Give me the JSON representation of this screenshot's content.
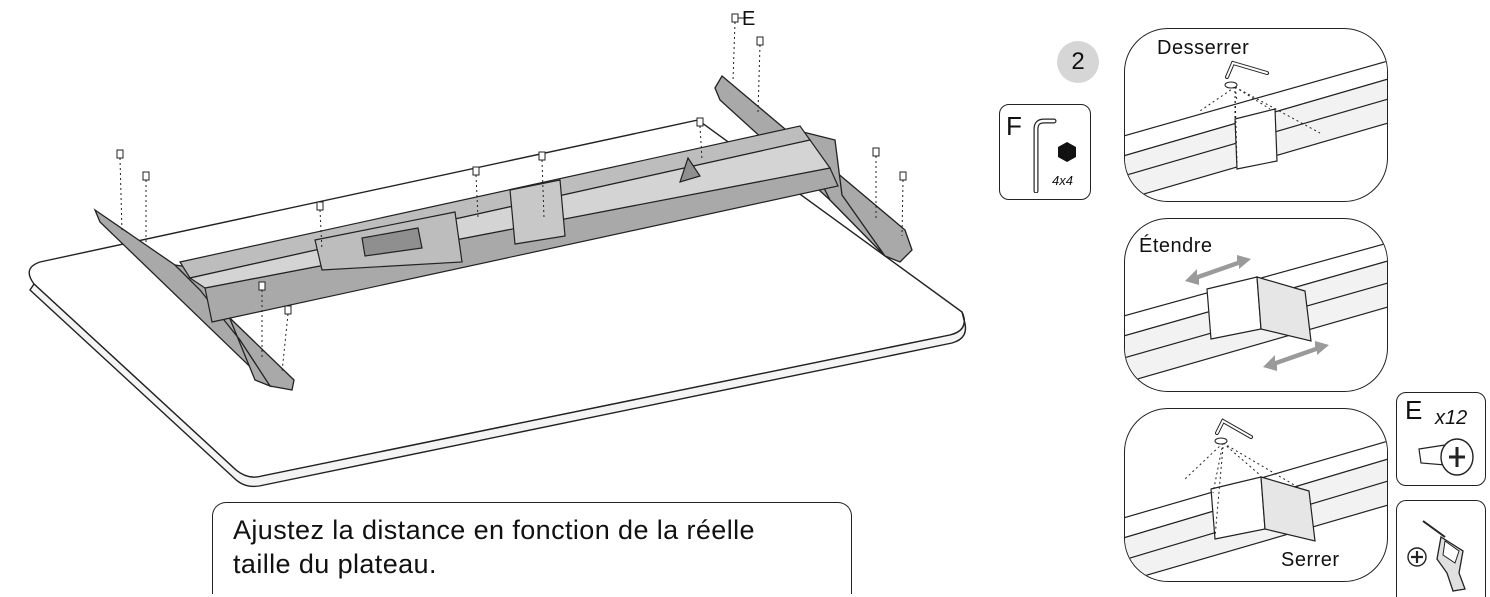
{
  "step": {
    "number": "2"
  },
  "callout": {
    "screw_label": "E"
  },
  "panels": [
    {
      "label": "Desserrer"
    },
    {
      "label": "Étendre"
    },
    {
      "label": "Serrer"
    }
  ],
  "parts": {
    "hex_key": {
      "letter": "F",
      "size": "4x4"
    },
    "screw": {
      "letter": "E",
      "quantity": "x12"
    }
  },
  "caption": {
    "line1": "Ajustez la distance en fonction de la réelle",
    "line2": "taille du plateau."
  },
  "colors": {
    "frame": "#a9a9a9",
    "line": "#222222",
    "badge": "#d6d6d6",
    "arrow": "#9a9a9a"
  }
}
